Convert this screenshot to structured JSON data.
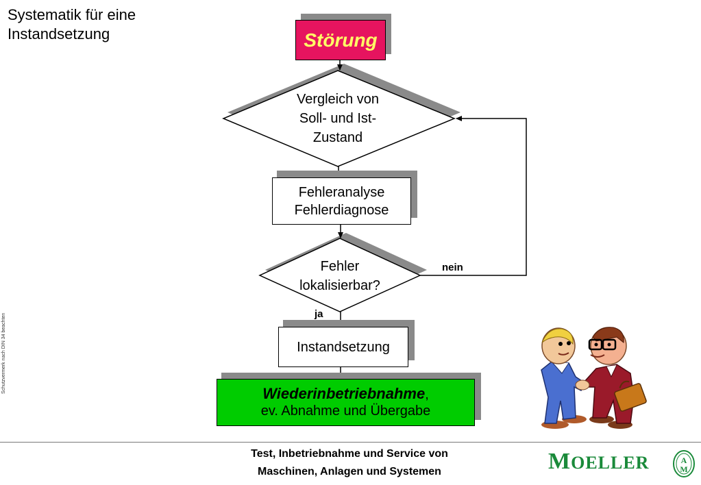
{
  "slide": {
    "title_line1": "Systematik für eine",
    "title_line2": "Instandsetzung",
    "side_note": "Schutzvermerk nach DIN 34 beachten"
  },
  "flow": {
    "start": "Störung",
    "compare_line1": "Vergleich von",
    "compare_line2": "Soll- und Ist-",
    "compare_line3": "Zustand",
    "analysis_line1": "Fehleranalyse",
    "analysis_line2": "Fehlerdiagnose",
    "decision_line1": "Fehler",
    "decision_line2": "lokalisierbar?",
    "label_no": "nein",
    "label_yes": "ja",
    "repair": "Instandsetzung",
    "final_bold": "Wiederinbetriebnahme",
    "final_comma": ",",
    "final_line2": "ev. Abnahme und Übergabe"
  },
  "footer": {
    "line1": "Test, Inbetriebnahme und Service von",
    "line2": "Maschinen, Anlagen und Systemen",
    "brand_initial": "M",
    "brand_rest": "OELLER",
    "emblem_top": "A",
    "emblem_bottom": "M"
  },
  "colors": {
    "start_fill": "#e6145f",
    "start_text": "#ffff66",
    "final_fill": "#00cc00",
    "brand": "#1a8a3a",
    "shadow": "#8a8a8a"
  }
}
